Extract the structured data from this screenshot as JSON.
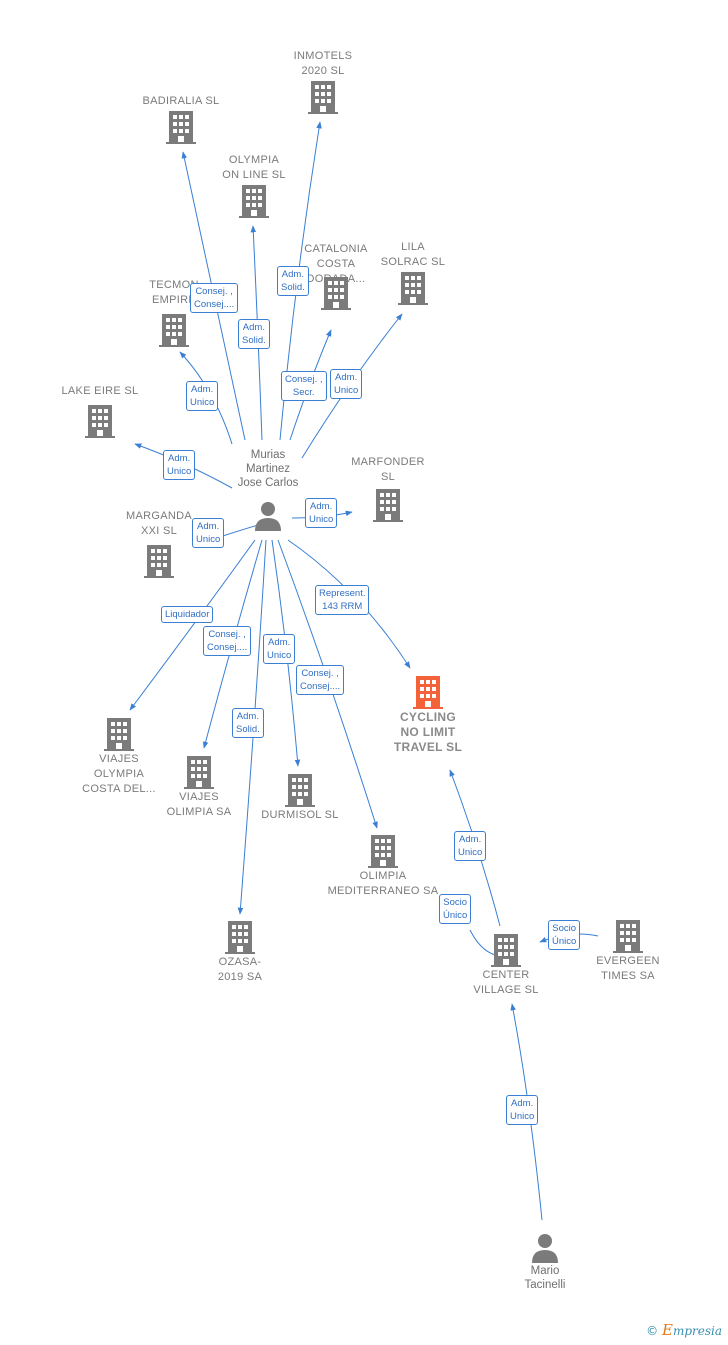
{
  "colors": {
    "edge": "#3a7fd4",
    "building": "#7b7b7b",
    "highlight": "#f4623a",
    "person": "#7b7b7b"
  },
  "nodes": {
    "inmotels": {
      "label": "INMOTELS\n2020 SL"
    },
    "badiralia": {
      "label": "BADIRALIA  SL"
    },
    "olympia_online": {
      "label": "OLYMPIA\nON LINE SL"
    },
    "catalonia": {
      "label": "CATALONIA\nCOSTA\nDORADA..."
    },
    "lila": {
      "label": "LILA\nSOLRAC  SL"
    },
    "tecmon": {
      "label": "TECMON\nEMPIRE"
    },
    "lake_eire": {
      "label": "LAKE EIRE  SL"
    },
    "marfonder": {
      "label": "MARFONDER\nSL"
    },
    "marganda": {
      "label": "MARGANDA\nXXI  SL"
    },
    "cycling": {
      "label": "CYCLING\nNO LIMIT\nTRAVEL  SL"
    },
    "viajes_costa": {
      "label": "VIAJES\nOLYMPIA\nCOSTA DEL..."
    },
    "viajes_olimpia": {
      "label": "VIAJES\nOLIMPIA SA"
    },
    "durmisol": {
      "label": "DURMISOL  SL"
    },
    "olimpia_med": {
      "label": "OLIMPIA\nMEDITERRANEO SA"
    },
    "ozasa": {
      "label": "OZASA-\n2019 SA"
    },
    "center_village": {
      "label": "CENTER\nVILLAGE  SL"
    },
    "evergeen": {
      "label": "EVERGEEN\nTIMES SA"
    },
    "murias": {
      "label": "Murias\nMartinez\nJose Carlos"
    },
    "mario": {
      "label": "Mario\nTacinelli"
    }
  },
  "edge_labels": {
    "consej_badiralia": "Consej. ,\nConsej....",
    "adm_solid_inmotels": "Adm.\nSolid.",
    "adm_solid_olympia": "Adm.\nSolid.",
    "consej_secr_catalonia": "Consej. ,\nSecr.",
    "adm_unico_lila": "Adm.\nUnico",
    "adm_unico_tecmon": "Adm.\nUnico",
    "adm_unico_lake": "Adm.\nUnico",
    "adm_unico_marfonder": "Adm.\nUnico",
    "adm_unico_marganda": "Adm.\nUnico",
    "represent_cycling": "Represent.\n143 RRM",
    "liquidador": "Liquidador",
    "consej_viajes_olimpia": "Consej. ,\nConsej....",
    "adm_unico_durmisol": "Adm.\nUnico",
    "consej_olimpia_med": "Consej. ,\nConsej....",
    "adm_solid_ozasa": "Adm.\nSolid.",
    "adm_unico_center_cycling": "Adm.\nUnico",
    "socio_unico_center": "Socio\nÚnico",
    "socio_unico_evergeen": "Socio\nÚnico",
    "adm_unico_mario": "Adm.\nUnico"
  },
  "credit": {
    "symbol": "©",
    "brand_initial": "E",
    "brand_rest": "mpresia"
  }
}
